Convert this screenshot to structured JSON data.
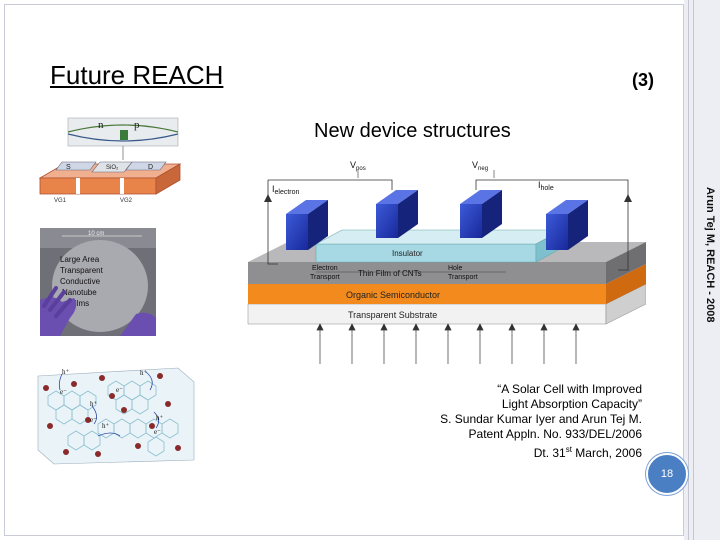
{
  "slide": {
    "title": "Future REACH",
    "number": "(3)",
    "subtitle": "New device structures",
    "credit": "Arun Tej M, REACH - 2008",
    "page_badge": "18"
  },
  "citation": {
    "line1": "“A Solar Cell with Improved",
    "line2": "Light Absorption Capacity”",
    "line3": "S. Sundar Kumar Iyer and Arun Tej M.",
    "line4": "Patent Appln. No. 933/DEL/2006",
    "line5_prefix": "Dt. 31",
    "line5_sup": "st",
    "line5_suffix": " March, 2006"
  },
  "transistor_figure": {
    "n_label": "n",
    "p_label": "p",
    "s_label": "S",
    "d_label": "D",
    "oxide_label": "SiO₂",
    "vg1_label": "VG1",
    "vg2_label": "VG2"
  },
  "film_photo": {
    "dimension": "10 cm",
    "text_lines": [
      "Large Area",
      "Transparent",
      "Conductive",
      "Nanotube",
      "Films"
    ]
  },
  "solar_device": {
    "v_pos": "V",
    "v_pos_sub": "pos",
    "v_neg": "V",
    "v_neg_sub": "neg",
    "i_electron": "I",
    "i_electron_sub": "electron",
    "i_hole": "I",
    "i_hole_sub": "hole",
    "insulator": "Insulator",
    "electron_transport_1": "Electron",
    "electron_transport_2": "Transport",
    "cnt_film": "Thin Film of CNTs",
    "hole_transport_1": "Hole",
    "hole_transport_2": "Transport",
    "organic": "Organic Semiconductor",
    "substrate": "Transparent Substrate"
  },
  "network_figure": {
    "labels": [
      "h⁺",
      "h⁺",
      "e⁻",
      "h⁺",
      "e⁻",
      "e⁻",
      "h⁺",
      "h⁺",
      "e⁻"
    ]
  }
}
